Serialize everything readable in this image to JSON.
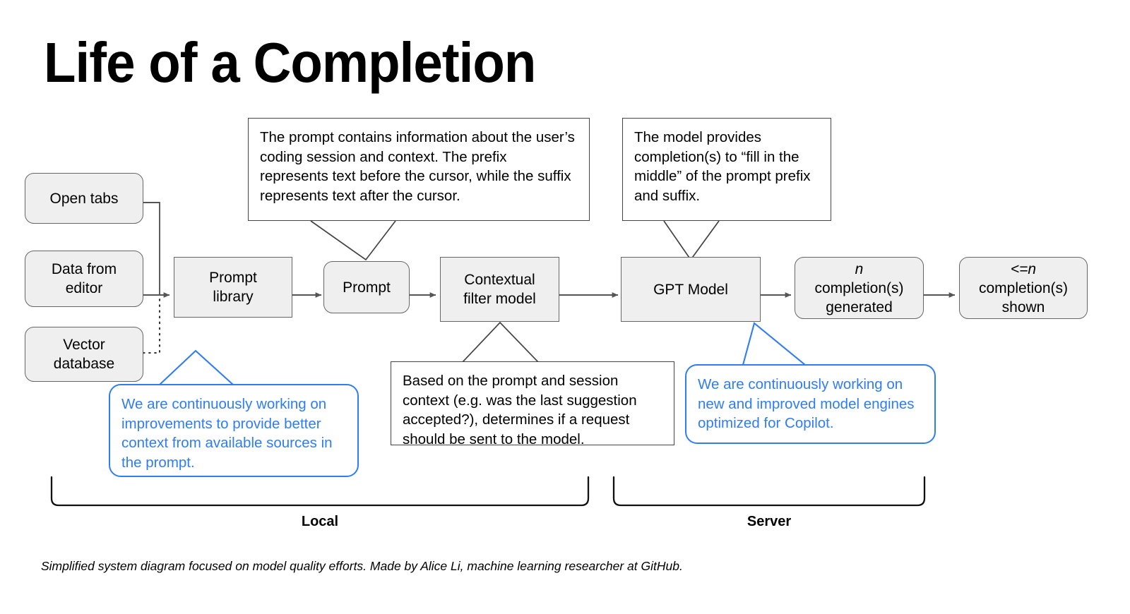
{
  "title": "Life of a Completion",
  "accent_blue": "#2f7df4",
  "node_fill": "#efefef",
  "node_stroke": "#666666",
  "sources": [
    {
      "id": "open-tabs",
      "label": "Open tabs"
    },
    {
      "id": "data-from-editor",
      "line1": "Data from",
      "line2": "editor"
    },
    {
      "id": "vector-database",
      "line1": "Vector",
      "line2": "database"
    }
  ],
  "pipeline": [
    {
      "id": "prompt-library",
      "line1": "Prompt",
      "line2": "library"
    },
    {
      "id": "prompt",
      "label": "Prompt"
    },
    {
      "id": "contextual-filter-model",
      "line1": "Contextual",
      "line2": "filter model"
    },
    {
      "id": "gpt-model",
      "label": "GPT Model"
    },
    {
      "id": "n-completions-generated",
      "line1": "n",
      "line2": "completion(s)",
      "line3": "generated"
    },
    {
      "id": "lte-n-completions-shown",
      "line1": "<=n",
      "line2": "completion(s)",
      "line3": "shown"
    }
  ],
  "annotations": [
    {
      "id": "prompt-annotation",
      "style": "black",
      "text": "The prompt contains information about the user’s coding session and context. The prefix represents text before the cursor, while the suffix represents text after the cursor."
    },
    {
      "id": "model-annotation",
      "style": "black",
      "text": "The model provides completion(s) to “fill in the middle” of the prompt prefix and suffix."
    },
    {
      "id": "filter-annotation",
      "style": "black",
      "text": "Based on the prompt and session context (e.g. was the last suggestion accepted?), determines if a request should be sent to the model."
    },
    {
      "id": "context-improvement-annotation",
      "style": "blue",
      "text": "We are continuously working on improvements to provide better context from available sources in the prompt."
    },
    {
      "id": "model-engines-annotation",
      "style": "blue",
      "text": "We are continuously working on new and improved model engines optimized for Copilot."
    }
  ],
  "groups": [
    {
      "id": "local",
      "label": "Local"
    },
    {
      "id": "server",
      "label": "Server"
    }
  ],
  "footer": {
    "caption": "Simplified system diagram focused on model quality efforts. Made by Alice Li, machine learning researcher at GitHub."
  }
}
